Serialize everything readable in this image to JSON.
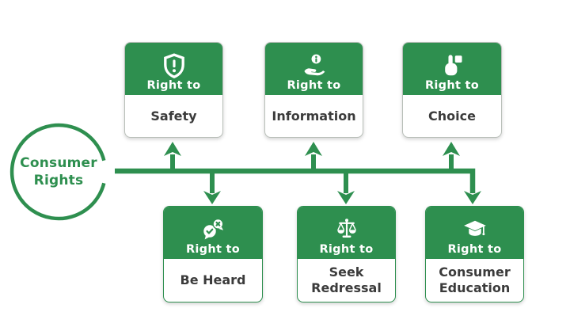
{
  "colors": {
    "green": "#2E8F4F",
    "text_dark": "#3b3b3b",
    "card_border_top_row": "#b9bfb9",
    "background": "#ffffff"
  },
  "hub": {
    "label_line1": "Consumer",
    "label_line2": "Rights"
  },
  "rights": [
    {
      "prefix": "Right to",
      "name": "Safety",
      "icon": "shield-exclamation-icon",
      "row": "top"
    },
    {
      "prefix": "Right to",
      "name": "Information",
      "icon": "info-hand-icon",
      "row": "top"
    },
    {
      "prefix": "Right to",
      "name": "Choice",
      "icon": "tap-select-icon",
      "row": "top"
    },
    {
      "prefix": "Right to",
      "name": "Be Heard",
      "icon": "speech-bubbles-icon",
      "row": "bottom"
    },
    {
      "prefix": "Right to",
      "name": "Seek Redressal",
      "icon": "justice-scales-icon",
      "row": "bottom"
    },
    {
      "prefix": "Right to",
      "name": "Consumer Education",
      "icon": "graduation-cap-icon",
      "row": "bottom"
    }
  ]
}
